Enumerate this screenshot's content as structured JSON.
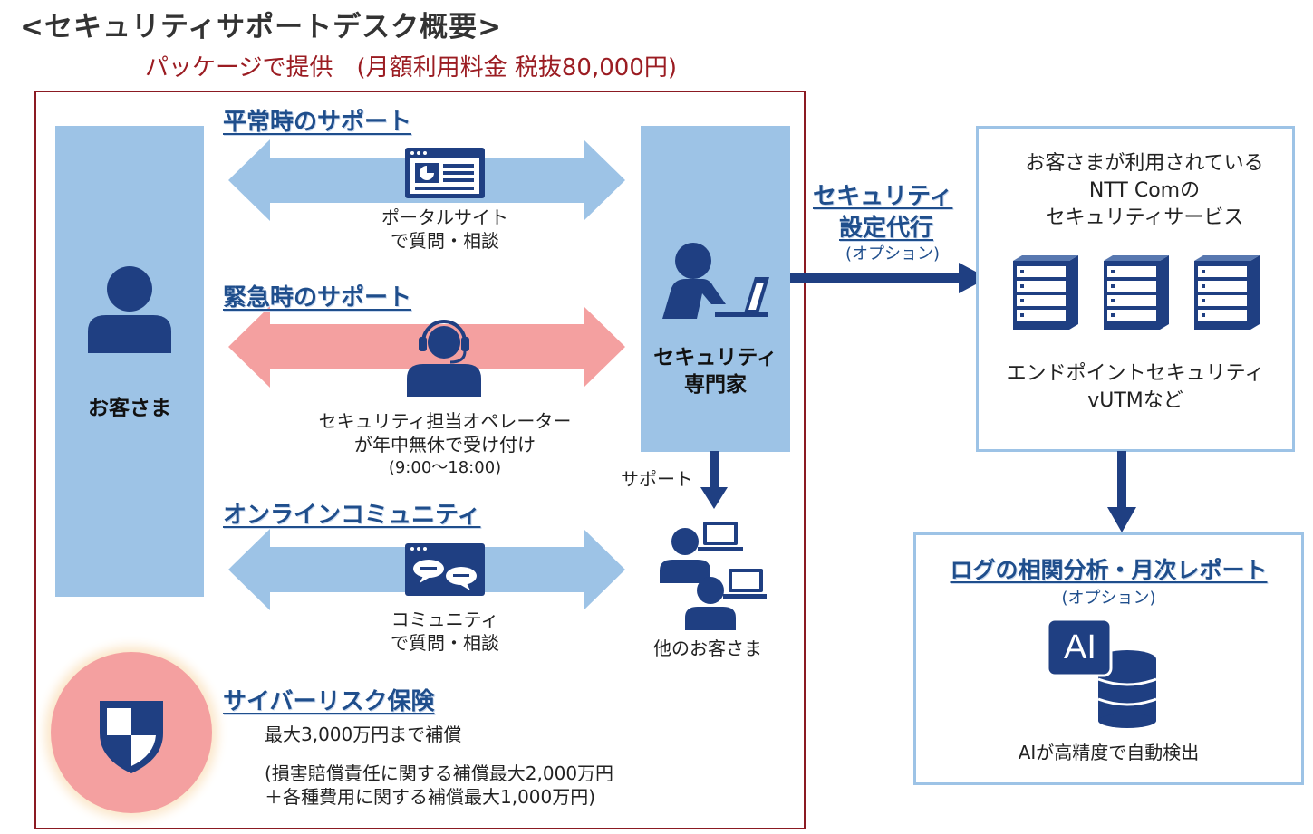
{
  "title": "<セキュリティサポートデスク概要>",
  "subtitle": "パッケージで提供　(月額利用料金 税抜80,000円)",
  "customer": {
    "label": "お客さま",
    "icon": "person-icon"
  },
  "expert": {
    "label_line1": "セキュリティ",
    "label_line2": "専門家",
    "icon": "person-laptop-icon"
  },
  "normal_support": {
    "heading": "平常時のサポート",
    "caption_line1": "ポータルサイト",
    "caption_line2": "で質問・相談",
    "icon": "portal-site-icon"
  },
  "emergency_support": {
    "heading": "緊急時のサポート",
    "caption_line1": "セキュリティ担当オペレーター",
    "caption_line2": "が年中無休で受け付け",
    "caption_line3": "(9:00～18:00)",
    "icon": "headset-operator-icon"
  },
  "online_community": {
    "heading": "オンラインコミュニティ",
    "caption_line1": "コミュニティ",
    "caption_line2": "で質問・相談",
    "icon": "chat-window-icon"
  },
  "support_arrow_label": "サポート",
  "other_customers": {
    "label": "他のお客さま",
    "icon": "people-laptops-icon"
  },
  "insurance": {
    "heading": "サイバーリスク保険",
    "line1": "最大3,000万円まで補償",
    "line2": "(損害賠償責任に関する補償最大2,000万円",
    "line3": "＋各種費用に関する補償最大1,000万円)",
    "icon": "shield-icon"
  },
  "proxy_setting": {
    "heading_line1": "セキュリティ",
    "heading_line2": "設定代行",
    "option": "(オプション)"
  },
  "ntt_services": {
    "line1": "お客さまが利用されている",
    "line2": "NTT Comの",
    "line3": "セキュリティサービス",
    "line4": "エンドポイントセキュリティ",
    "line5": "vUTMなど",
    "icon": "server-rack-icon"
  },
  "log_analysis": {
    "heading": "ログの相関分析・月次レポート",
    "option": "(オプション)",
    "ai_text": "AI",
    "caption": "AIが高精度で自動検出",
    "icon": "ai-database-icon"
  },
  "colors": {
    "accent_blue": "#1f3f82",
    "light_blue": "#9dc3e6",
    "pink": "#f4a0a0",
    "dark_red": "#8b1a22"
  }
}
